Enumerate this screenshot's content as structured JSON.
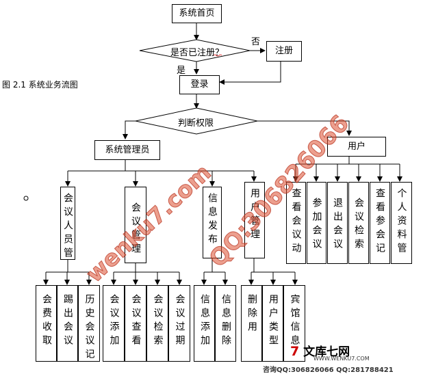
{
  "caption": "图 2.1    系统业务流图",
  "nodes": {
    "home": "系统首页",
    "registered_question": "是否已注册？",
    "no_label": "否",
    "yes_label": "是",
    "register": "注册",
    "login": "登录",
    "permission": "判断权限",
    "admin": "系统管理员",
    "user": "用户"
  },
  "admin_modules": [
    {
      "label": "会议人员管",
      "children": [
        "会费收取",
        "踢出会议",
        "历史会议记"
      ]
    },
    {
      "label": "会议管理",
      "children": [
        "会议添加",
        "会议查看",
        "会议检索",
        "会议过期"
      ]
    },
    {
      "label": "信息发布",
      "children": [
        "信息添加",
        "信息删除"
      ]
    },
    {
      "label": "用户管理",
      "children": [
        "删除用",
        "用户类型",
        "宾馆信息"
      ]
    }
  ],
  "user_modules": [
    "查看会议动",
    "参加会议",
    "退出会议",
    "会议检索",
    "查看参会记",
    "个人资料管"
  ],
  "watermarks": [
    "wenku7.com",
    "QQ:306826066"
  ],
  "footer": {
    "logo": "文库七网",
    "url": "WWW.WENKU7.COM",
    "contact": "咨询QQ:306826066  QQ:281788421"
  }
}
